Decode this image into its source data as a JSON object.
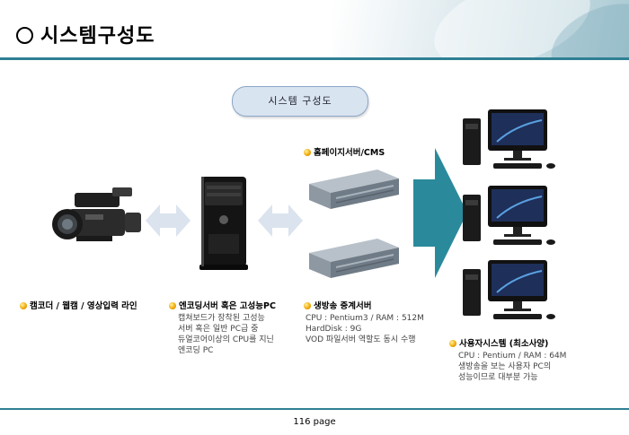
{
  "page_title": "시스템구성도",
  "diagram_title": "시스템 구성도",
  "nodes": {
    "camcorder": {
      "label": "캠코더 / 웹캠 / 영상입력 라인",
      "icon": "camcorder-icon"
    },
    "encoder": {
      "label": "엔코딩서버 혹은 고성능PC",
      "icon": "pc-tower-icon",
      "desc": [
        "캡쳐보드가 장착된 고성능",
        "서버 혹은 일반 PC급 중",
        "듀얼코어이상의 CPU를 지닌",
        "엔코딩 PC"
      ]
    },
    "homepage_server": {
      "label": "홈페이지서버/CMS",
      "icon": "rack-server-icon"
    },
    "relay_server": {
      "label": "생방송 중계서버",
      "icon": "rack-server-icon",
      "desc": [
        "CPU : Pentium3  /  RAM : 512M",
        "HardDisk  : 9G",
        "VOD 파일서버 역할도 동시 수행"
      ]
    },
    "user_system": {
      "label": "사용자시스템 (최소사양)",
      "icon": "desktop-pc-icon",
      "desc": [
        "CPU : Pentium  / RAM : 64M",
        "생방송을 보는 사용자 PC의",
        "성능이므로 대부분 가능"
      ]
    }
  },
  "page_number": "116 page",
  "colors": {
    "accent_rule": "#2f7f93",
    "arrow": "#2a8a9c",
    "double_arrow": "#dbe3ee",
    "pill": "#d9e4f1"
  }
}
